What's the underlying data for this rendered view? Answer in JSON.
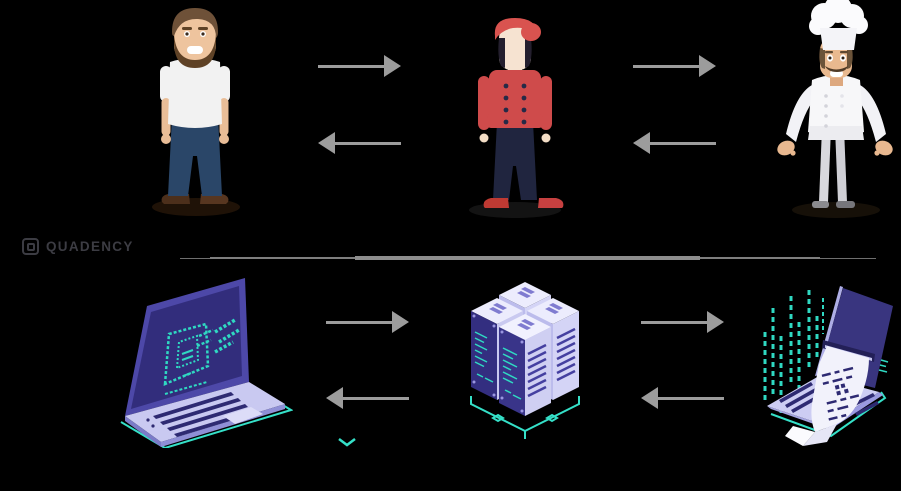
{
  "brand": {
    "name": "QUADENCY",
    "logo_icon": "nested-square-logo-icon",
    "color": "#3c3c43"
  },
  "colors": {
    "background": "#000000",
    "arrow_gray": "#9c9c9c",
    "divider_gray": "#8a8a8a",
    "accent_teal_code": "#2fd9c2",
    "accent_teal_outline": "#35e0c8",
    "indigo_screen": "#322d7c",
    "indigo_keys": "#2e2a72",
    "lavender_body": "#c9c9f1",
    "waiter_red": "#cf4b4b",
    "jeans_navy": "#2a4668",
    "pants_navy": "#20253f",
    "chef_white": "#f7f7f9",
    "skin_tone": "#eec49e"
  },
  "top_row": {
    "figures": [
      {
        "id": "customer",
        "icon": "customer-illustration"
      },
      {
        "id": "waiter",
        "icon": "waiter-illustration"
      },
      {
        "id": "chef",
        "icon": "chef-illustration"
      }
    ],
    "arrows": [
      "right",
      "left",
      "right",
      "left"
    ]
  },
  "bottom_row": {
    "figures": [
      {
        "id": "client-laptop",
        "icon": "laptop-code-illustration"
      },
      {
        "id": "server-cluster",
        "icon": "server-cluster-illustration"
      },
      {
        "id": "receipt-laptop",
        "icon": "laptop-receipt-illustration"
      }
    ],
    "arrows": [
      "right",
      "left",
      "right",
      "left"
    ],
    "extra_icons": [
      "teal-chevron-icon"
    ]
  },
  "divider": {
    "style": "horizontal-taper",
    "color": "#8a8a8a"
  }
}
